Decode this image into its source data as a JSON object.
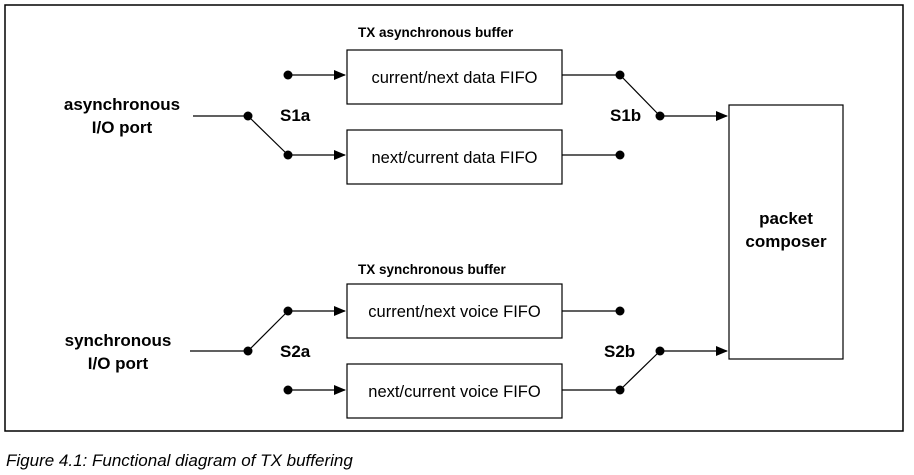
{
  "figure": {
    "tx_async_buffer_title": "TX  asynchronous buffer",
    "tx_sync_buffer_title": "TX  synchronous buffer",
    "async_port_line1": "asynchronous",
    "async_port_line2": "I/O port",
    "sync_port_line1": "synchronous",
    "sync_port_line2": "I/O port",
    "switch_s1a": "S1a",
    "switch_s1b": "S1b",
    "switch_s2a": "S2a",
    "switch_s2b": "S2b",
    "fifo_async_top": "current/next data FIFO",
    "fifo_async_bottom": "next/current data FIFO",
    "fifo_sync_top": "current/next voice FIFO",
    "fifo_sync_bottom": "next/current voice FIFO",
    "composer_line1": "packet",
    "composer_line2": "composer"
  },
  "caption": "Figure 4.1:  Functional diagram of TX buffering"
}
